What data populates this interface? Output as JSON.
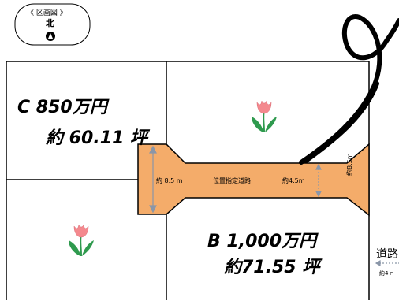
{
  "compass": {
    "heading": "《 区画図 》",
    "north": "北"
  },
  "lots": {
    "c": {
      "line1": "C  850万円",
      "line2": "約 60.11 坪"
    },
    "b": {
      "line1": "B  1,000万円",
      "line2": "約71.55 坪"
    }
  },
  "road": {
    "name": "位置指定道路",
    "width_left": "約 8.5 m",
    "width_mid": "約4.5m",
    "width_right": "約8.5m"
  },
  "outside_road": {
    "name": "道路",
    "width": "約4ｒ"
  },
  "colors": {
    "road_fill": "#f4ac6a",
    "line": "#000000",
    "arrow": "#8a96a8",
    "tulip_petal": "#f4898e",
    "leaf": "#2f9a4e"
  },
  "icons": [
    "compass-north-icon",
    "tulip-icon",
    "scribble-mark"
  ]
}
